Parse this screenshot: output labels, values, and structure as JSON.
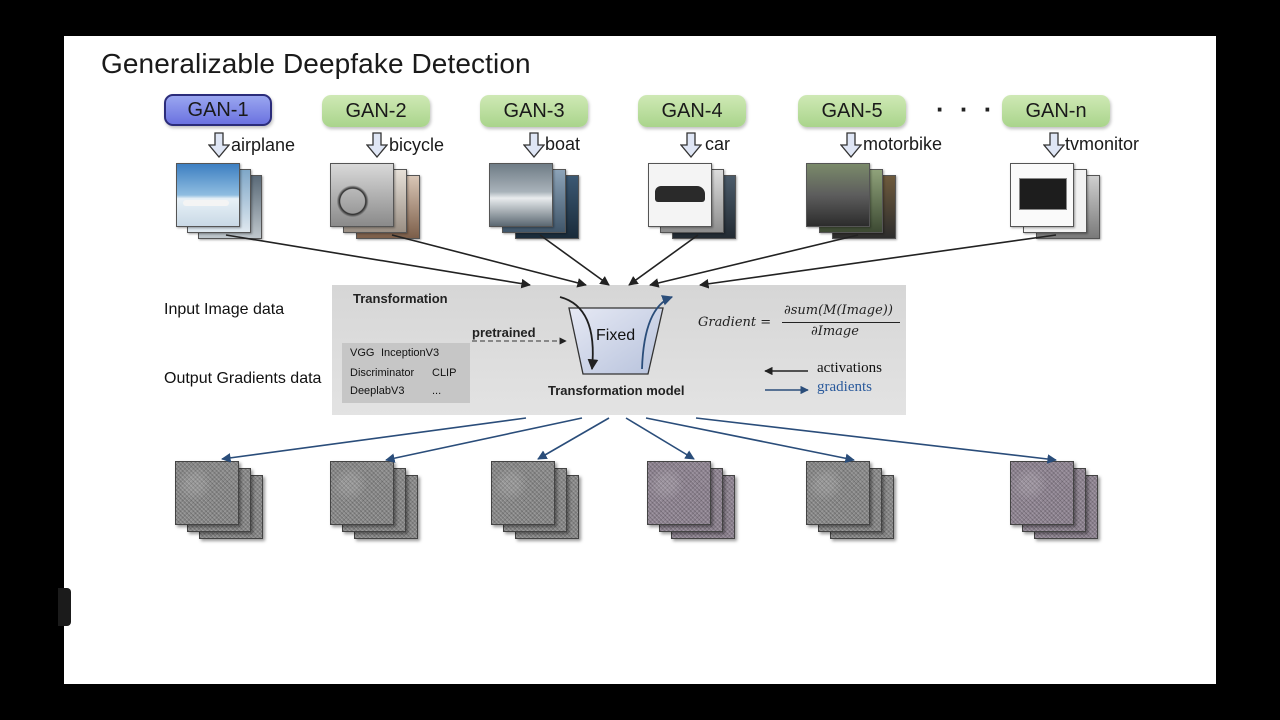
{
  "title": "Generalizable Deepfake Detection",
  "gans": [
    {
      "label": "GAN-1",
      "class": "airplane",
      "active": true
    },
    {
      "label": "GAN-2",
      "class": "bicycle"
    },
    {
      "label": "GAN-3",
      "class": "boat"
    },
    {
      "label": "GAN-4",
      "class": "car"
    },
    {
      "label": "GAN-5",
      "class": "motorbike"
    },
    {
      "label": "GAN-n",
      "class": "tvmonitor"
    }
  ],
  "ellipsis": "· · ·",
  "row_labels": {
    "input": "Input Image data",
    "output": "Output Gradients data"
  },
  "transformation": {
    "heading": "Transformation",
    "pretrained": "pretrained",
    "fixed": "Fixed",
    "caption": "Transformation model",
    "models": [
      "VGG",
      "InceptionV3",
      "Discriminator",
      "CLIP",
      "DeeplabV3",
      "..."
    ]
  },
  "formula": {
    "lhs": "Gradient =",
    "numerator": "∂sum(M(Image))",
    "denominator": "∂Image"
  },
  "legend": {
    "activations": "activations",
    "gradients": "gradients"
  },
  "colors": {
    "gan_active": "#7b82e6",
    "gan_default": "#b9dd9c",
    "activation_arrow": "#222222",
    "gradient_arrow": "#2a4d7a"
  }
}
